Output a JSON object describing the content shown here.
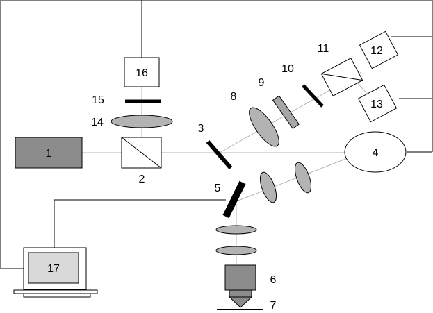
{
  "labels": {
    "laser": "1",
    "beamsplitter": "2",
    "mirror_3": "3",
    "detector_4": "4",
    "mirror_5": "5",
    "objective": "6",
    "sample": "7",
    "lens_8": "8",
    "filter_9": "9",
    "polarizer_10": "10",
    "polarizing_beamsplitter": "11",
    "detector_12": "12",
    "detector_13": "13",
    "lens_14": "14",
    "filter_15": "15",
    "detector_16": "16",
    "computer": "17"
  },
  "colors": {
    "beam": "#b3b3b3",
    "laser_fill": "#8c8c8c",
    "objective_fill": "#8c8c8c",
    "lens_fill": "#b3b3b3",
    "filter_fill": "#a6a6a6",
    "screen_fill": "#d9d9d9",
    "optic_black": "#000000"
  }
}
